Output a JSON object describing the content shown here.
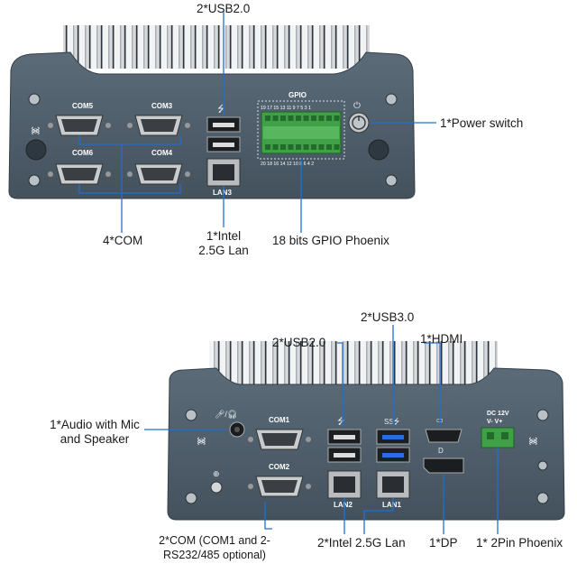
{
  "top_unit": {
    "port_labels": {
      "com5": "COM5",
      "com3": "COM3",
      "com6": "COM6",
      "com4": "COM4",
      "gpio": "GPIO",
      "lan3": "LAN3",
      "gpio_top_pins": "19 17 15 13 11 9 7 5 3 1",
      "gpio_bottom_pins": "20 18 16 14 12 10 8 6 4 2"
    },
    "callouts": {
      "usb": "2*USB2.0",
      "power": "1*Power switch",
      "com": "4*COM",
      "lan_line1": "1*Intel",
      "lan_line2": "2.5G Lan",
      "gpio": "18 bits GPIO Phoenix"
    }
  },
  "bottom_unit": {
    "port_labels": {
      "com1": "COM1",
      "com2": "COM2",
      "lan2": "LAN2",
      "lan1": "LAN1",
      "dc_line1": "DC 12V",
      "dc_line2": "V-  V+"
    },
    "callouts": {
      "usb3": "2*USB3.0",
      "usb2": "2*USB2.0",
      "hdmi": "1*HDMI",
      "audio_line1": "1*Audio with Mic",
      "audio_line2": "and Speaker",
      "com_line1": "2*COM (COM1 and 2-",
      "com_line2": "RS232/485 optional)",
      "lan": "2*Intel 2.5G Lan",
      "dp": "1*DP",
      "phoenix": "1* 2Pin Phoenix"
    }
  }
}
